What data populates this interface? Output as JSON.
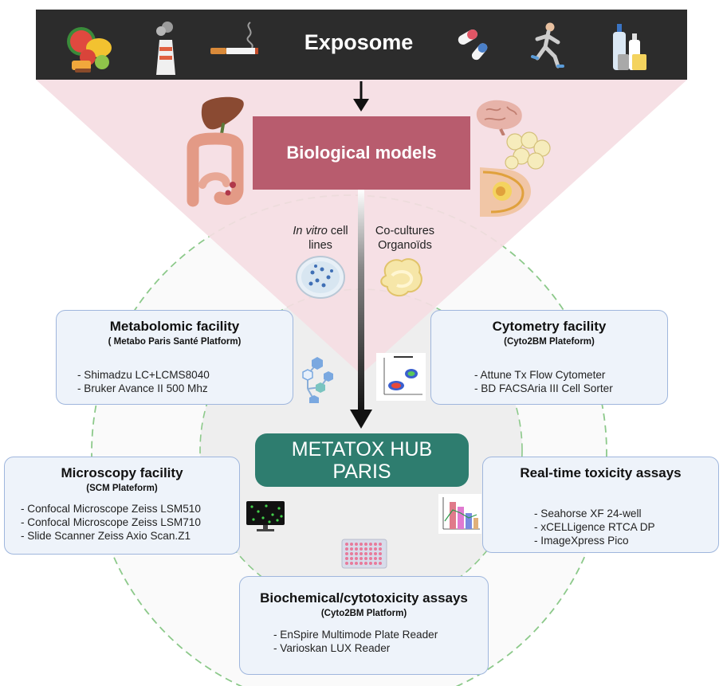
{
  "header": {
    "title": "Exposome",
    "icons": [
      "food-icon",
      "factory-icon",
      "cigarette-icon",
      "pills-icon",
      "runner-icon",
      "bottles-icon"
    ]
  },
  "biological_models": {
    "title": "Biological models",
    "organ_icons": [
      "liver-icon",
      "intestine-icon",
      "brain-icon",
      "adipocytes-icon",
      "breast-icon"
    ]
  },
  "models": {
    "in_vitro_italic": "In vitro",
    "in_vitro_rest": " cell lines",
    "cocultures_line1": "Co-cultures",
    "cocultures_line2": "Organoïds"
  },
  "facilities": {
    "metabolomic": {
      "title": "Metabolomic facility",
      "subtitle": "( Metabo Paris Santé Platform)",
      "items": [
        "- Shimadzu LC+LCMS8040",
        "- Bruker Avance II 500 Mhz"
      ]
    },
    "cytometry": {
      "title": "Cytometry facility",
      "subtitle": "(Cyto2BM Plateform)",
      "items": [
        "- Attune Tx Flow Cytometer",
        "- BD FACSAria III Cell Sorter"
      ]
    },
    "microscopy": {
      "title": "Microscopy facility",
      "subtitle": "(SCM Plateform)",
      "items": [
        "- Confocal Microscope Zeiss LSM510",
        "- Confocal Microscope Zeiss LSM710",
        "- Slide Scanner Zeiss Axio Scan.Z1"
      ]
    },
    "toxicity": {
      "title": "Real-time toxicity assays",
      "items": [
        "- Seahorse XF 24-well",
        "- xCELLigence RTCA DP",
        "- ImageXpress Pico"
      ]
    },
    "biochemical": {
      "title": "Biochemical/cytotoxicity assays",
      "subtitle": "(Cyto2BM Platform)",
      "items": [
        "- EnSpire Multimode Plate Reader",
        "- Varioskan LUX Reader"
      ]
    }
  },
  "hub": {
    "line1": "METATOX HUB",
    "line2": "PARIS"
  },
  "colors": {
    "header_bg": "#2c2c2c",
    "funnel_pink": "#f5dde3",
    "bio_box": "#b85c6e",
    "hub": "#2e7d6f",
    "box_fill": "#eef3fa",
    "box_border": "#9fb6dd",
    "dashed_circle": "#8cc98a"
  }
}
